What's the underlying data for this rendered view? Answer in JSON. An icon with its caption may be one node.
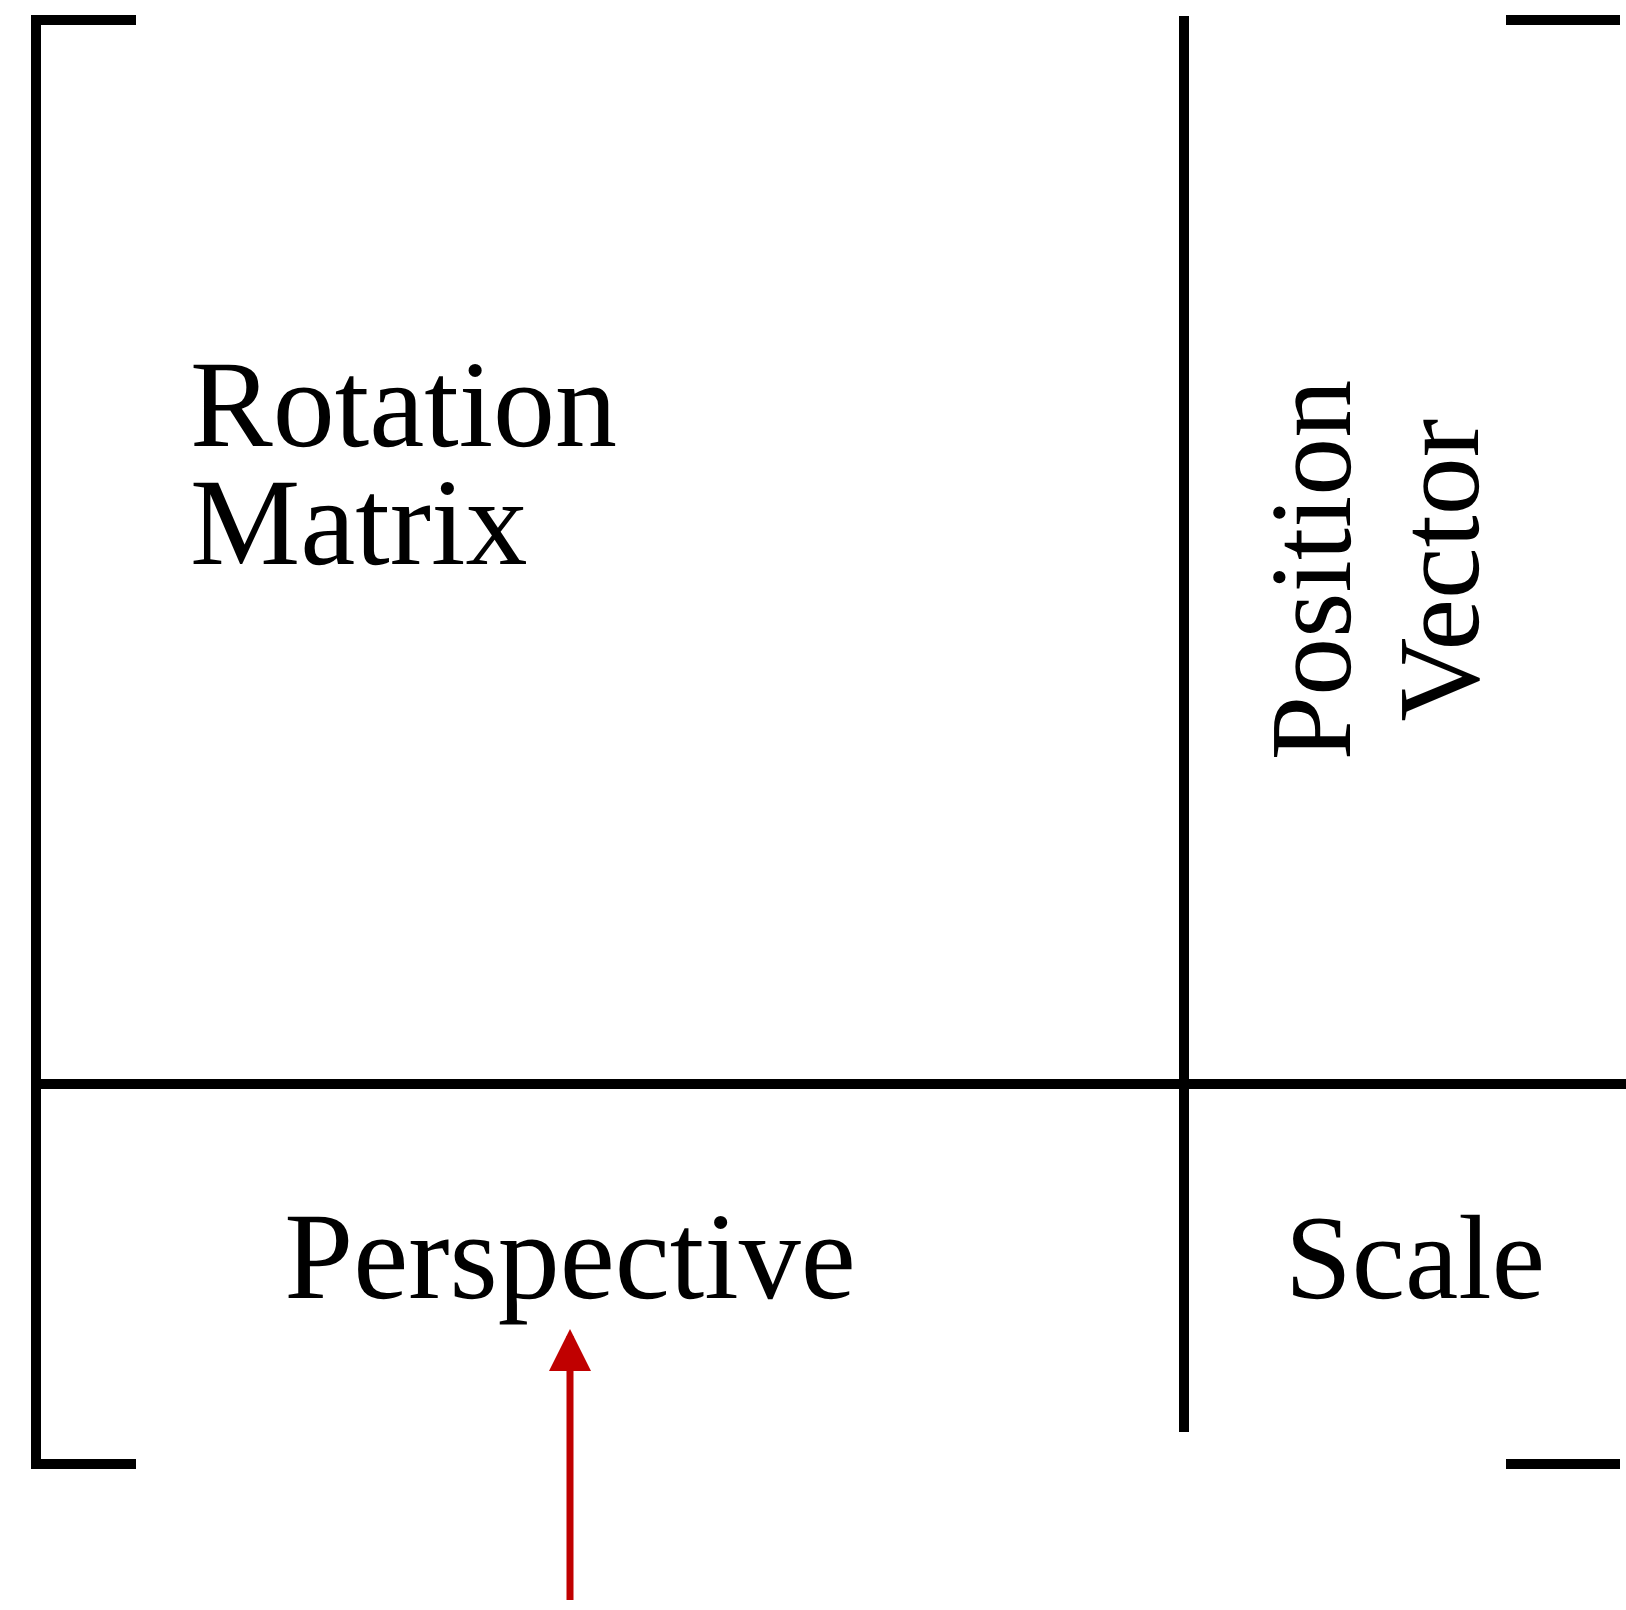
{
  "diagram": {
    "nodes": [
      {
        "text": [
          "Rotation Matrix"
        ]
      },
      {
        "text": [
          "Position Vector"
        ]
      },
      {
        "text": [
          "Perspective"
        ]
      },
      {
        "text": [
          "Scale"
        ]
      }
    ],
    "edges": [
      {
        "from": null,
        "to": 2,
        "arrow": "to",
        "color": "#c00000"
      }
    ]
  }
}
